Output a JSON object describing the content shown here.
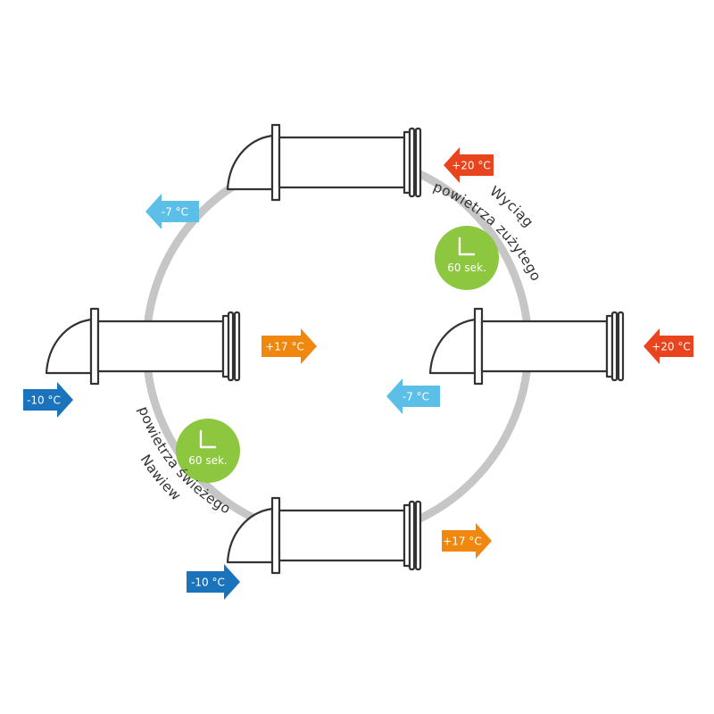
{
  "colors": {
    "ring": "#c6c6c6",
    "red": "#e8451f",
    "orange": "#f0880f",
    "light_blue": "#5bbfe8",
    "dark_blue": "#1b74bb",
    "green": "#8dc63f",
    "outline": "#333333"
  },
  "arrows": {
    "top_red": "+20 °C",
    "top_lightblue": "-7 °C",
    "left_orange": "+17 °C",
    "left_darkblue": "-10 °C",
    "right_red": "+20 °C",
    "right_lightblue": "-7 °C",
    "bottom_orange": "+17 °C",
    "bottom_darkblue": "-10 °C"
  },
  "timers": {
    "top_right": "60 sek.",
    "bottom_left": "60 sek."
  },
  "labels": {
    "exhaust_line1": "Wyciąg",
    "exhaust_line2": "powietrza zużytego",
    "supply_line1": "Nawiew",
    "supply_line2": "powietrza świeżego"
  },
  "icons": {
    "timer": "clock-hands-icon",
    "fan_unit": "wall-ventilator-icon"
  }
}
